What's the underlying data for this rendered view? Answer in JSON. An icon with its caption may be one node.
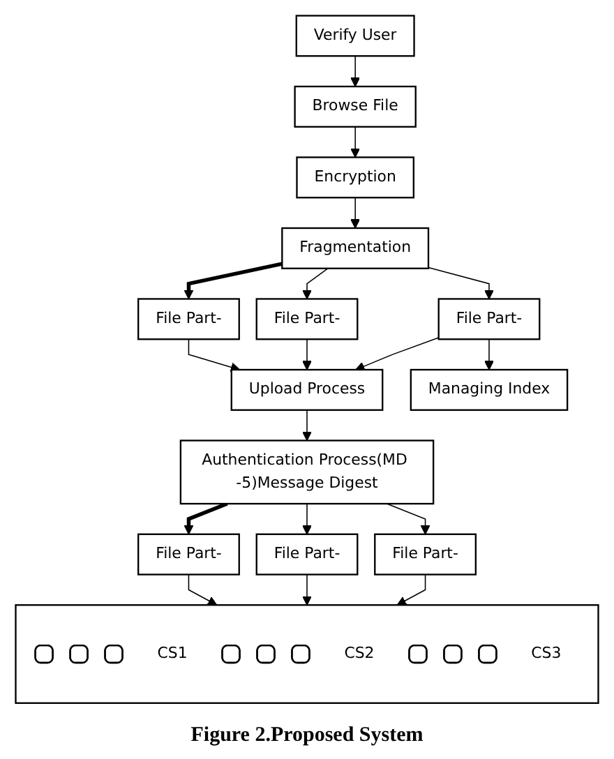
{
  "diagram": {
    "caption": "Figure 2.Proposed System",
    "nodes": [
      {
        "text": [
          "Verify User"
        ]
      },
      {
        "text": [
          "Browse File"
        ]
      },
      {
        "text": [
          "Encryption"
        ]
      },
      {
        "text": [
          "Fragmentation"
        ]
      },
      {
        "text": [
          "File Part-"
        ]
      },
      {
        "text": [
          "File Part-"
        ]
      },
      {
        "text": [
          "File Part-"
        ]
      },
      {
        "text": [
          "Managing Index"
        ]
      },
      {
        "text": [
          "Upload Process"
        ]
      },
      {
        "text": [
          "Authentication Process(MD -5)Message Digest"
        ]
      },
      {
        "text": [
          "File Part-"
        ]
      },
      {
        "text": [
          "File Part-"
        ]
      },
      {
        "text": [
          "File Part-"
        ]
      },
      {
        "text": [],
        "shape": "box"
      },
      {
        "text": [],
        "shape": "box",
        "in": 13
      },
      {
        "text": [],
        "shape": "box",
        "in": 13
      },
      {
        "text": [],
        "shape": "box",
        "in": 13
      },
      {
        "text": [],
        "shape": "box",
        "in": 13
      },
      {
        "text": [],
        "shape": "box",
        "in": 13
      },
      {
        "text": [],
        "shape": "box",
        "in": 13
      },
      {
        "text": [],
        "shape": "box",
        "in": 13
      },
      {
        "text": [],
        "shape": "box",
        "in": 13
      },
      {
        "text": [],
        "shape": "box",
        "in": 13
      },
      {
        "text": [
          "CS1"
        ],
        "in": 13
      },
      {
        "text": [
          "CS2"
        ],
        "in": 13
      },
      {
        "text": [
          "CS3"
        ],
        "in": 13
      }
    ],
    "edges": [
      {
        "from": 0,
        "to": 1,
        "arrow": "to"
      },
      {
        "from": 1,
        "to": 2,
        "arrow": "to"
      },
      {
        "from": 2,
        "to": 3,
        "arrow": "to"
      },
      {
        "from": 3,
        "to": 4,
        "arrow": "to",
        "style": "thick"
      },
      {
        "from": 3,
        "to": 5,
        "arrow": "to"
      },
      {
        "from": 3,
        "to": 6,
        "arrow": "to"
      },
      {
        "from": 6,
        "to": 7,
        "arrow": "to"
      },
      {
        "from": 4,
        "to": 8,
        "arrow": "to"
      },
      {
        "from": 5,
        "to": 8,
        "arrow": "to"
      },
      {
        "from": 6,
        "to": 8,
        "arrow": "to"
      },
      {
        "from": 8,
        "to": 9,
        "arrow": "to"
      },
      {
        "from": 9,
        "to": 10,
        "arrow": "to",
        "style": "thick"
      },
      {
        "from": 9,
        "to": 11,
        "arrow": "to"
      },
      {
        "from": 9,
        "to": 12,
        "arrow": "to"
      },
      {
        "from": 10,
        "to": 13,
        "arrow": "to"
      },
      {
        "from": 11,
        "to": 13,
        "arrow": "to"
      },
      {
        "from": 12,
        "to": 13,
        "arrow": "to"
      }
    ]
  }
}
